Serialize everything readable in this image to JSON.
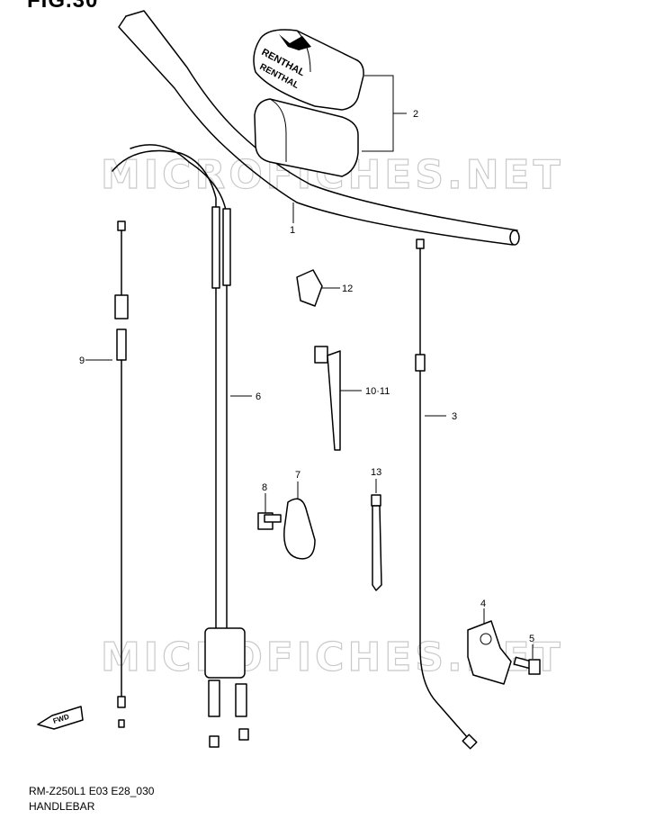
{
  "header": {
    "figure_title": "FIG.30"
  },
  "footer": {
    "model_code": "RM-Z250L1 E03 E28_030",
    "section_name": "HANDLEBAR"
  },
  "watermark": {
    "text": "MICROFICHES.NET"
  },
  "direction_marker": {
    "text": "FWD"
  },
  "callouts": {
    "handlebar": "1",
    "handlebar_pad": "2",
    "clutch_cable": "3",
    "bracket": "4",
    "bolt_5": "5",
    "throttle_cable": "6",
    "clamp_7": "7",
    "bolt_8": "8",
    "hot_start_cable": "9",
    "cable_tie": "10·11",
    "clamp_12": "12",
    "tie_13": "13"
  },
  "brand": {
    "pad_print": "RENTHAL"
  }
}
